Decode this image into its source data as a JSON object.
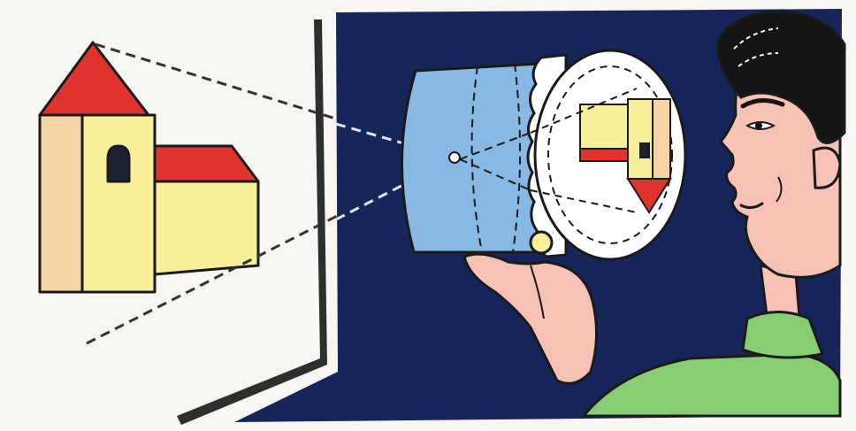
{
  "illustration": {
    "subject": "pinhole camera",
    "colors": {
      "paper": "#f7f6f2",
      "dark_room": "#16255a",
      "roof": "#e0332d",
      "wall": "#f7ef9a",
      "wall_shadow": "#f6d4a4",
      "window": "#1d2233",
      "camera_body": "#87b9e4",
      "camera_lens": "#ffffff",
      "skin": "#f6c2b6",
      "hair": "#141414",
      "sweater": "#86cd74",
      "outline": "#1a1a1a"
    },
    "parts": [
      "church-building",
      "projection-rays",
      "dark-wall",
      "pinhole-camera",
      "inverted-image",
      "boy-observer",
      "hand"
    ]
  }
}
